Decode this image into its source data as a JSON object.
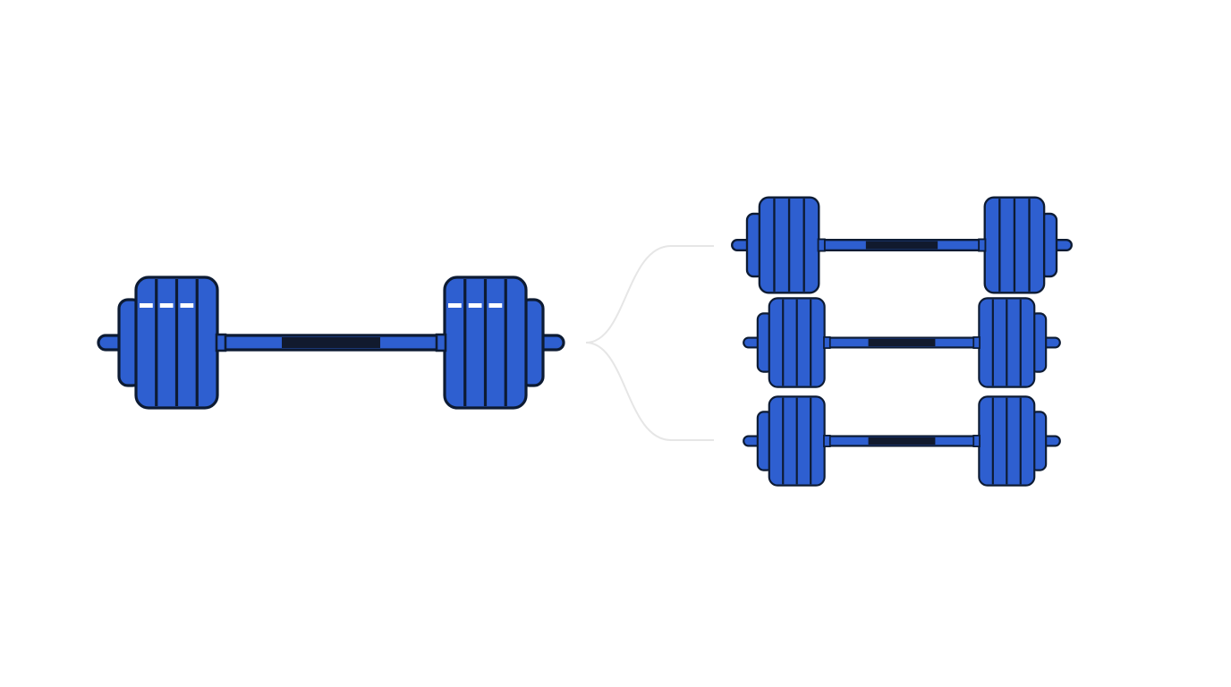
{
  "diagram": {
    "type": "split",
    "source": {
      "icon": "barbell-icon",
      "weight_plates_per_side": 4
    },
    "targets": [
      {
        "icon": "barbell-icon",
        "weight_plates_per_side": 4
      },
      {
        "icon": "barbell-icon",
        "weight_plates_per_side": 4
      },
      {
        "icon": "barbell-icon",
        "weight_plates_per_side": 4
      }
    ],
    "connector": "brace-icon"
  },
  "colors": {
    "background": "#ffffff",
    "plate_fill": "#2e5fd0",
    "outline": "#0d1b33",
    "grip": "#111a2e",
    "highlight": "#ffffff",
    "connector": "#e6e6e6"
  }
}
